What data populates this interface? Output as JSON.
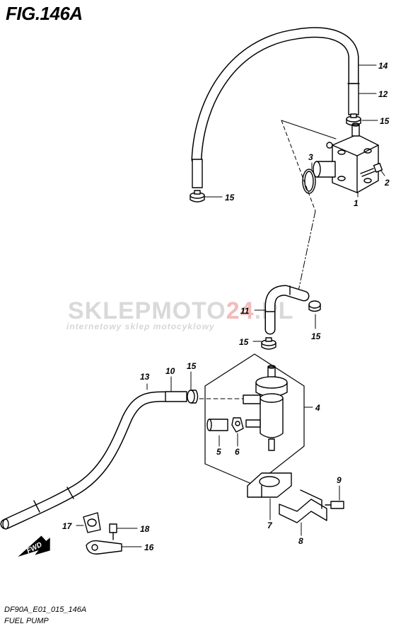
{
  "figure": {
    "title": "FIG.146A"
  },
  "footer": {
    "code": "DF90A_E01_015_146A",
    "name": "FUEL PUMP"
  },
  "watermark": {
    "brand_a": "SKLEPMOTO",
    "brand_b": "24",
    "brand_c": ".PL",
    "tagline": "internetowy sklep motocyklowy",
    "accent": "#dc3c3c"
  },
  "callouts": [
    {
      "id": "14",
      "label": "14"
    },
    {
      "id": "12",
      "label": "12"
    },
    {
      "id": "15a",
      "label": "15"
    },
    {
      "id": "3",
      "label": "3"
    },
    {
      "id": "2",
      "label": "2"
    },
    {
      "id": "1",
      "label": "1"
    },
    {
      "id": "15b",
      "label": "15"
    },
    {
      "id": "11",
      "label": "11"
    },
    {
      "id": "15c",
      "label": "15"
    },
    {
      "id": "15d",
      "label": "15"
    },
    {
      "id": "13",
      "label": "13"
    },
    {
      "id": "10",
      "label": "10"
    },
    {
      "id": "15e",
      "label": "15"
    },
    {
      "id": "4",
      "label": "4"
    },
    {
      "id": "5",
      "label": "5"
    },
    {
      "id": "6",
      "label": "6"
    },
    {
      "id": "9",
      "label": "9"
    },
    {
      "id": "7",
      "label": "7"
    },
    {
      "id": "8",
      "label": "8"
    },
    {
      "id": "17",
      "label": "17"
    },
    {
      "id": "18",
      "label": "18"
    },
    {
      "id": "16",
      "label": "16"
    }
  ],
  "badge": {
    "fwd": "FWD"
  }
}
